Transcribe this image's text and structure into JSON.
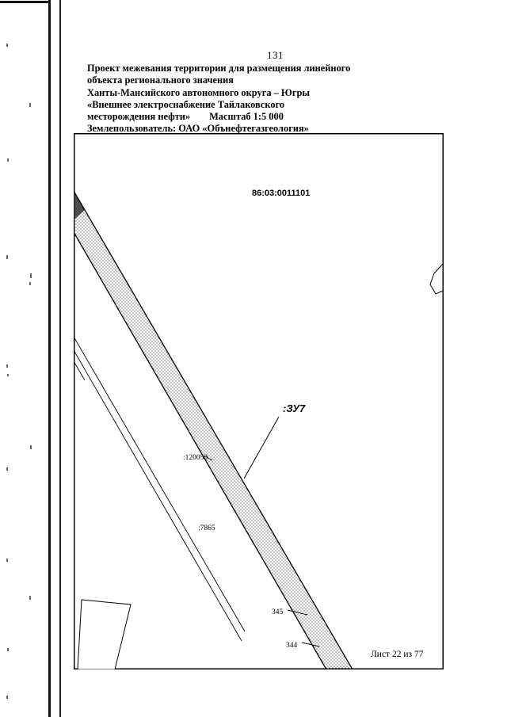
{
  "page": {
    "number": "131"
  },
  "header": {
    "line1": "Проект межевания территории для размещения линейного",
    "line2": "объекта регионального значения",
    "line3": "Ханты-Мансийского автономного округа – Югры",
    "line4": "«Внешнее электроснабжение Тайлаковского",
    "line5_left": "месторождения нефти»",
    "line5_right": "Масштаб 1:5 000",
    "line6": "Землепользователь: ОАО «Обънефтегазгеология»"
  },
  "map": {
    "cadastral_quarter": "86:03:0011101",
    "parcel_label": ":ЗУ7",
    "adjacent_parcel_1": ":120050",
    "adjacent_parcel_2": ":7865",
    "point_345": "345",
    "point_344": "344",
    "sheet_note": "Лист 22 из 77"
  },
  "colors": {
    "ink": "#000000",
    "stipple": "#3a3a3a",
    "paper": "#ffffff"
  }
}
